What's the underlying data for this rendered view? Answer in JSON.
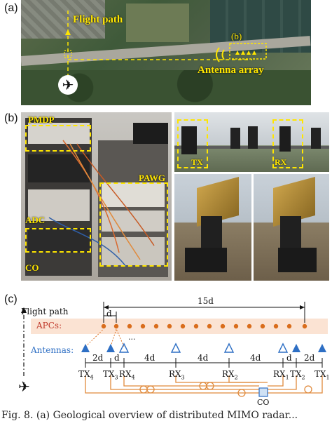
{
  "panels": {
    "a": {
      "label": "(a)",
      "flight_path": "Flight path",
      "antenna_array": "Antenna array",
      "inset_label": "(b)"
    },
    "b": {
      "label": "(b)",
      "pmdp": "PMDP",
      "pawg": "PAWG",
      "adc": "ADC",
      "co": "CO",
      "tx": "TX",
      "rx": "RX"
    },
    "c": {
      "label": "(c)",
      "flight_path": "Flight path",
      "apcs": "APCs:",
      "antennas": "Antennas:",
      "span_15d": "15d",
      "span_d_top": "d",
      "ellipsis": "...",
      "spacings": [
        "2d",
        "d",
        "4d",
        "4d",
        "4d",
        "d",
        "2d"
      ],
      "tx_rx": [
        {
          "name": "TX",
          "sub": "4"
        },
        {
          "name": "TX",
          "sub": "3"
        },
        {
          "name": "RX",
          "sub": "4"
        },
        {
          "name": "RX",
          "sub": "3"
        },
        {
          "name": "RX",
          "sub": "2"
        },
        {
          "name": "RX",
          "sub": "1"
        },
        {
          "name": "TX",
          "sub": "2"
        },
        {
          "name": "TX",
          "sub": "1"
        }
      ],
      "co": "CO"
    }
  },
  "caption": "Fig. 8.   (a) Geological overview of distributed MIMO radar..."
}
